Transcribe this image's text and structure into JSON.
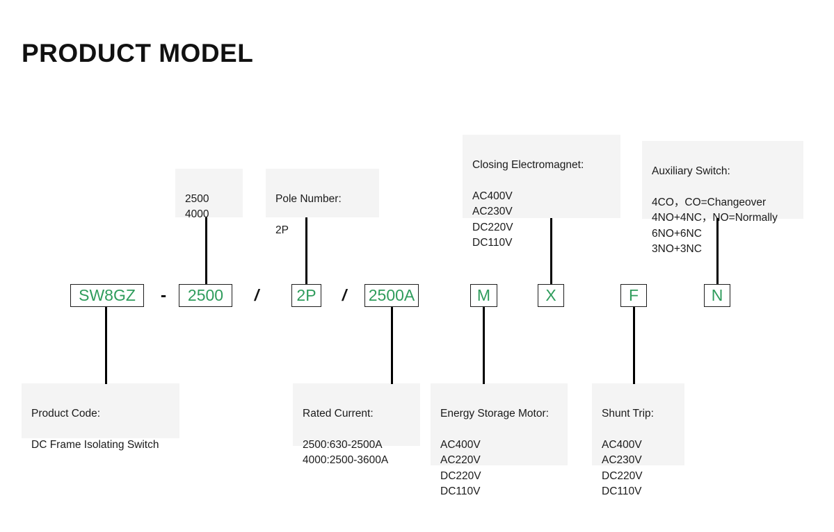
{
  "page": {
    "title": "PRODUCT MODEL",
    "accent_green": "#2f9c5c",
    "box_bg": "#f4f4f4",
    "line_color": "#000000",
    "background": "#ffffff"
  },
  "model_code": {
    "segments": [
      {
        "id": "product-code",
        "label": "SW8GZ"
      },
      {
        "id": "frame-size",
        "label": "2500"
      },
      {
        "id": "pole-number",
        "label": "2P"
      },
      {
        "id": "rated-current",
        "label": "2500A"
      },
      {
        "id": "energy-storage-motor",
        "label": "M"
      },
      {
        "id": "closing-electromagnet",
        "label": "X"
      },
      {
        "id": "shunt-trip",
        "label": "F"
      },
      {
        "id": "auxiliary-switch",
        "label": "N"
      }
    ],
    "separators": {
      "dash": "-",
      "slash1": "/",
      "slash2": "/"
    }
  },
  "callouts": {
    "frame_size": {
      "title": "",
      "lines": "2500\n4000"
    },
    "pole_number": {
      "title": "Pole Number:",
      "lines": "2P"
    },
    "closing_electromagnet": {
      "title": "Closing Electromagnet:",
      "lines": "AC400V\nAC230V\nDC220V\nDC110V"
    },
    "auxiliary_switch": {
      "title": "Auxiliary Switch:",
      "lines": "4CO，CO=Changeover\n4NO+4NC，NO=Normally\n6NO+6NC\n3NO+3NC"
    },
    "product_code": {
      "title": "Product Code:",
      "lines": "DC Frame Isolating Switch"
    },
    "rated_current": {
      "title": "Rated Current:",
      "lines": "2500:630-2500A\n4000:2500-3600A"
    },
    "energy_storage_motor": {
      "title": "Energy Storage Motor:",
      "lines": "AC400V\nAC220V\nDC220V\nDC110V"
    },
    "shunt_trip": {
      "title": "Shunt Trip:",
      "lines": "AC400V\nAC230V\nDC220V\nDC110V"
    }
  }
}
